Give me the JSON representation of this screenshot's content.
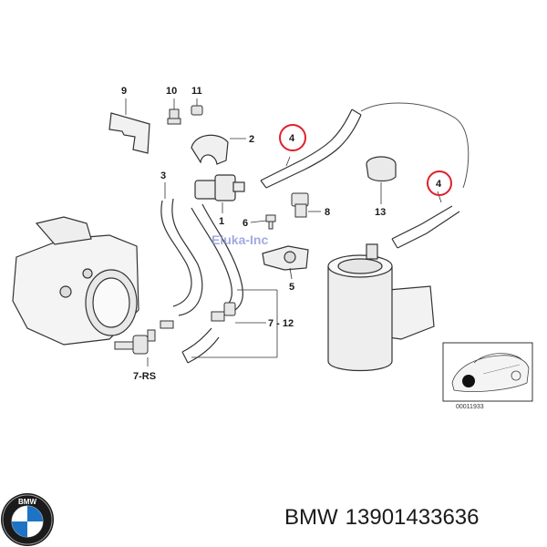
{
  "callouts": {
    "c1": "1",
    "c2": "2",
    "c3": "3",
    "c4a": "4",
    "c4b": "4",
    "c5": "5",
    "c6": "6",
    "c712": "7 - 12",
    "c8": "8",
    "c9": "9",
    "c10": "10",
    "c11": "11",
    "c13": "13",
    "c7rs": "7-RS"
  },
  "inset_code": "00011933",
  "watermark": "Eluka-Inc",
  "caption": {
    "brand": "BMW",
    "part_number": "13901433636"
  },
  "logo": {
    "letters": "BMW"
  },
  "highlight_color": "#e0202a"
}
